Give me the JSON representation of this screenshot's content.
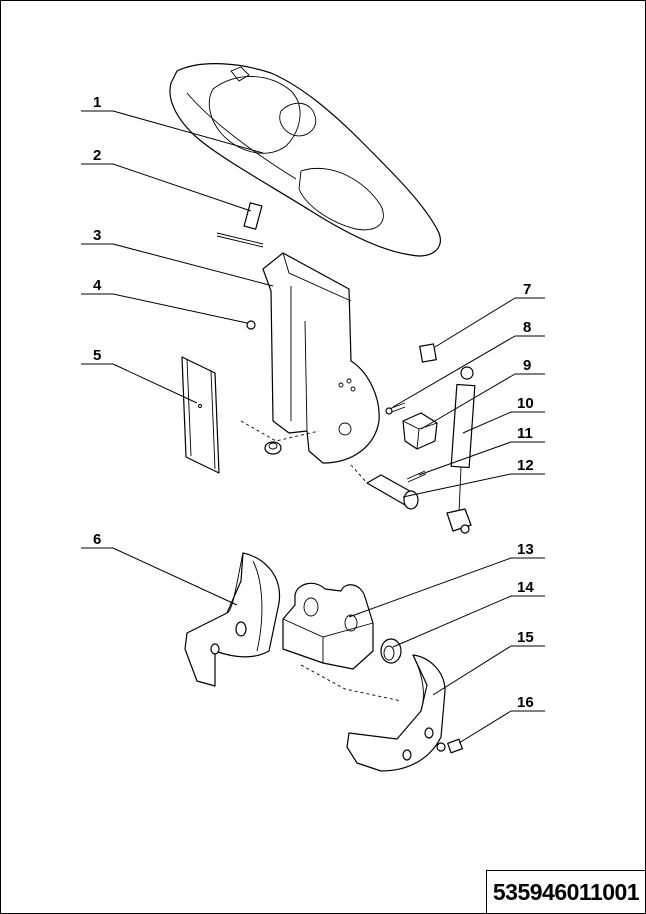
{
  "callouts": [
    {
      "n": "1"
    },
    {
      "n": "2"
    },
    {
      "n": "3"
    },
    {
      "n": "4"
    },
    {
      "n": "5"
    },
    {
      "n": "6"
    },
    {
      "n": "7"
    },
    {
      "n": "8"
    },
    {
      "n": "9"
    },
    {
      "n": "10"
    },
    {
      "n": "11"
    },
    {
      "n": "12"
    },
    {
      "n": "13"
    },
    {
      "n": "14"
    },
    {
      "n": "15"
    },
    {
      "n": "16"
    }
  ],
  "drawing_number": "535946011001"
}
